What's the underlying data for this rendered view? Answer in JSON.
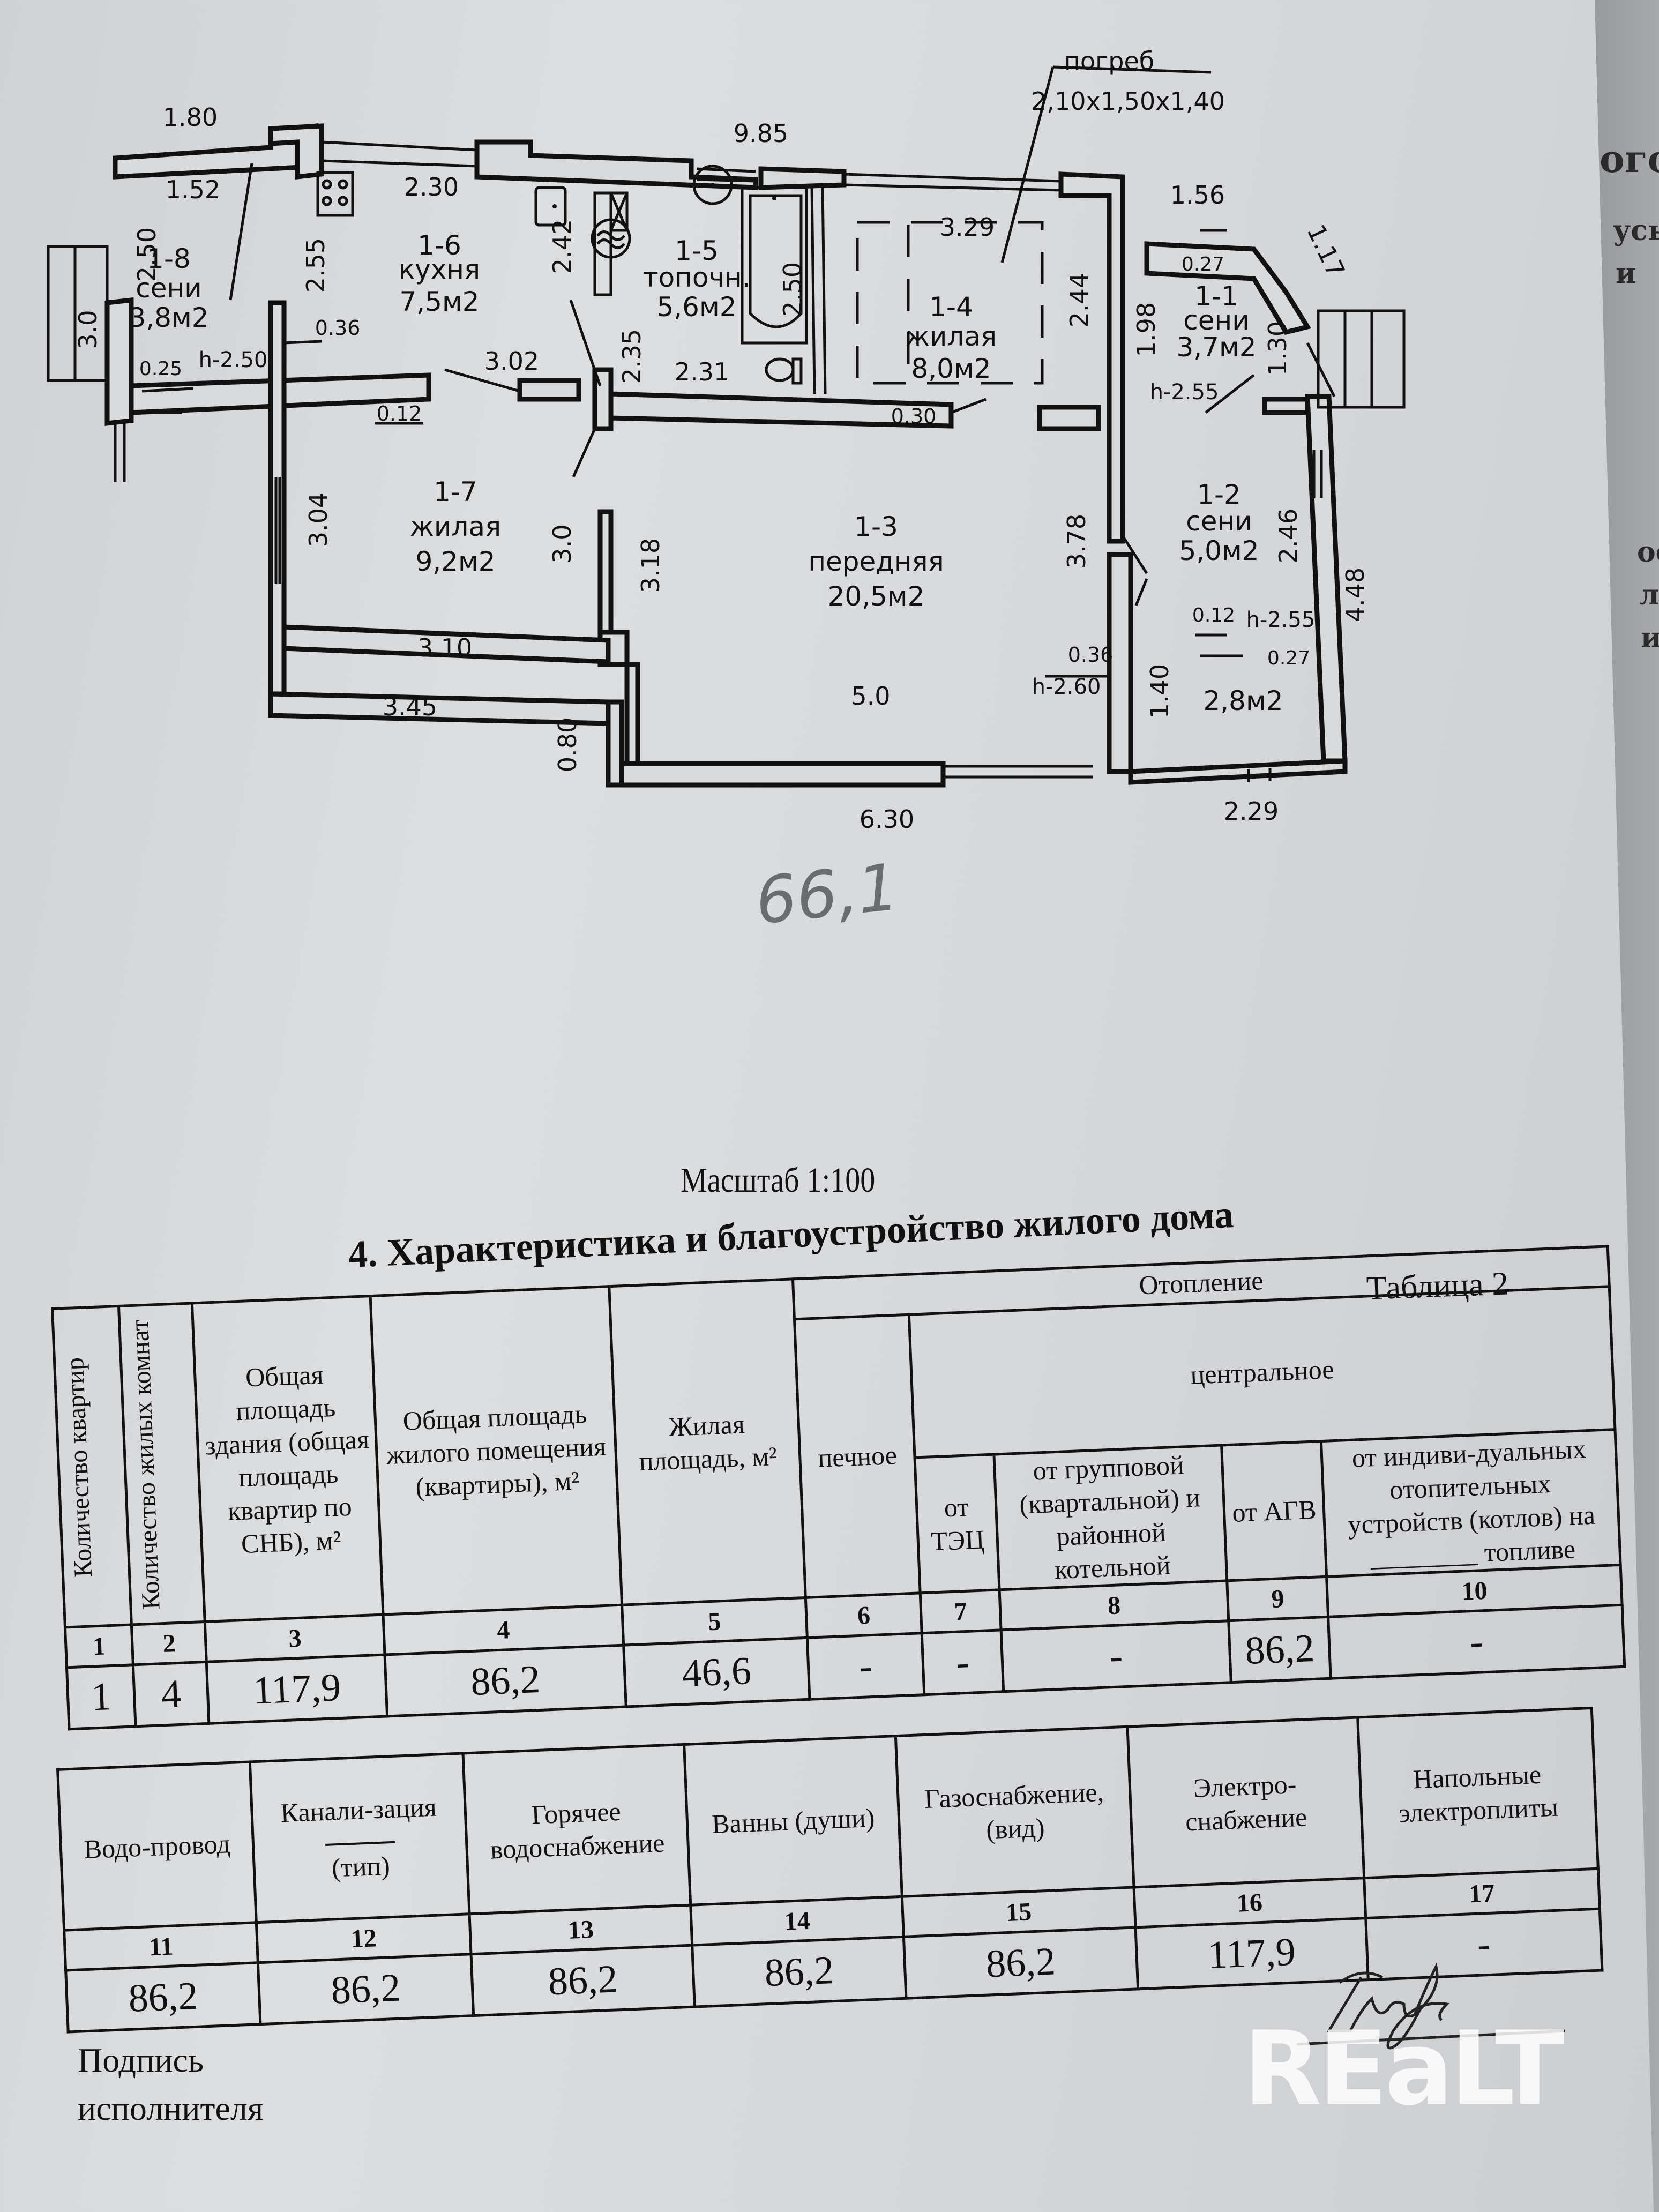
{
  "floor_plan": {
    "rooms": [
      {
        "id": "1-1",
        "name": "сени",
        "area": "3,7м2"
      },
      {
        "id": "1-2",
        "name": "сени",
        "area": "5,0м2"
      },
      {
        "id": "1-2b",
        "name": "",
        "area": "2,8м2"
      },
      {
        "id": "1-3",
        "name": "передняя",
        "area": "20,5м2"
      },
      {
        "id": "1-4",
        "name": "жилая",
        "area": "8,0м2"
      },
      {
        "id": "1-5",
        "name": "топочн.",
        "area": "5,6м2"
      },
      {
        "id": "1-6",
        "name": "кухня",
        "area": "7,5м2"
      },
      {
        "id": "1-7",
        "name": "жилая",
        "area": "9,2м2"
      },
      {
        "id": "1-8",
        "name": "сени",
        "area": "3,8м2"
      }
    ],
    "cellar": {
      "label": "погреб",
      "size": "2,10x1,50x1,40"
    },
    "dimensions": {
      "d_1_80": "1.80",
      "d_9_85": "9.85",
      "d_1_52": "1.52",
      "d_2_30": "2.30",
      "d_1_56": "1.56",
      "d_1_17": "1.17",
      "d_3_29": "3.29",
      "d_2_50a": "2.50",
      "d_2_55": "2.55",
      "d_2_42": "2.42",
      "d_2_50b": "2.50",
      "d_2_44": "2.44",
      "d_1_98": "1.98",
      "d_0_27a": "0.27",
      "d_1_30": "1.30",
      "d_3_0a": "3.0",
      "d_0_36a": "0.36",
      "d_0_25": "0.25",
      "h_2_50": "h-2.50",
      "d_0_12a": "0.12",
      "d_3_02": "3.02",
      "d_2_35": "2.35",
      "d_2_31": "2.31",
      "d_0_30": "0.30",
      "h_2_55a": "h-2.55",
      "d_3_04": "3.04",
      "d_3_0b": "3.0",
      "d_3_18": "3.18",
      "d_3_78": "3.78",
      "d_2_46": "2.46",
      "d_4_48": "4.48",
      "d_0_12b": "0.12",
      "h_2_55b": "h-2.55",
      "d_0_36b": "0.36",
      "d_0_27b": "0.27",
      "d_3_10": "3.10",
      "d_3_45": "3.45",
      "d_0_80": "0.80",
      "d_5_0": "5.0",
      "h_2_60": "h-2.60",
      "d_1_40": "1.40",
      "d_6_30": "6.30",
      "d_2_29": "2.29"
    },
    "handwritten_note": "66,1"
  },
  "scale_label": "Масштаб 1:100",
  "section_title": "4. Характеристика и благоустройство жилого дома",
  "table_label": "Таблица 2",
  "table1": {
    "headers": {
      "c1": "Количество квартир",
      "c2": "Количество жилых комнат",
      "c3": "Общая площадь здания (общая площадь квартир по СНБ), м²",
      "c4": "Общая площадь жилого помещения (квартиры), м²",
      "c5": "Жилая площадь, м²",
      "heating": "Отопление",
      "stove": "печное",
      "central": "центральное",
      "c7": "от ТЭЦ",
      "c8": "от групповой (квартальной) и районной котельной",
      "c9": "от АГВ",
      "c10": "от индиви-дуальных отопительных устройств (котлов) на ________ топливе"
    },
    "numbers": [
      "1",
      "2",
      "3",
      "4",
      "5",
      "6",
      "7",
      "8",
      "9",
      "10"
    ],
    "values": [
      "1",
      "4",
      "117,9",
      "86,2",
      "46,6",
      "-",
      "-",
      "-",
      "86,2",
      "-"
    ]
  },
  "table2": {
    "headers": {
      "c11": "Водо-провод",
      "c12a": "Канали-зация",
      "c12b": "(тип)",
      "c13": "Горячее водоснабжение",
      "c14": "Ванны (души)",
      "c15": "Газоснабжение, (вид)",
      "c16": "Электро-снабжение",
      "c17": "Напольные электроплиты"
    },
    "numbers": [
      "11",
      "12",
      "13",
      "14",
      "15",
      "16",
      "17"
    ],
    "values": [
      "86,2",
      "86,2",
      "86,2",
      "86,2",
      "86,2",
      "117,9",
      "-"
    ]
  },
  "signature_label_line1": "Подпись",
  "signature_label_line2": "исполнителя",
  "watermark": "REaLT",
  "background_page_fragments": [
    "ого",
    "усь",
    "и",
    "оо",
    "л",
    "и"
  ]
}
